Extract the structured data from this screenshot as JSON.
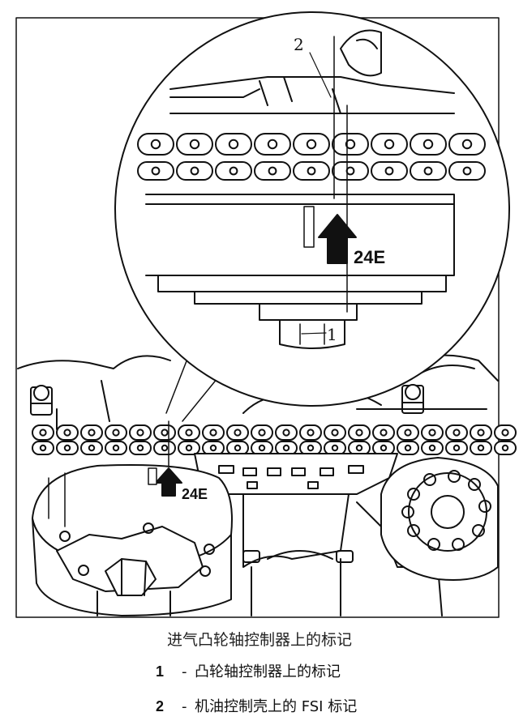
{
  "figure": {
    "marker_text_zoom": "24E",
    "marker_text_main": "24E",
    "callout_1": "1",
    "callout_2": "2"
  },
  "caption": {
    "title": "进气凸轮轴控制器上的标记"
  },
  "legend": [
    {
      "num": "1",
      "dash": "-",
      "text": "凸轮轴控制器上的标记"
    },
    {
      "num": "2",
      "dash": "-",
      "text": "机油控制壳上的 FSI 标记"
    }
  ]
}
